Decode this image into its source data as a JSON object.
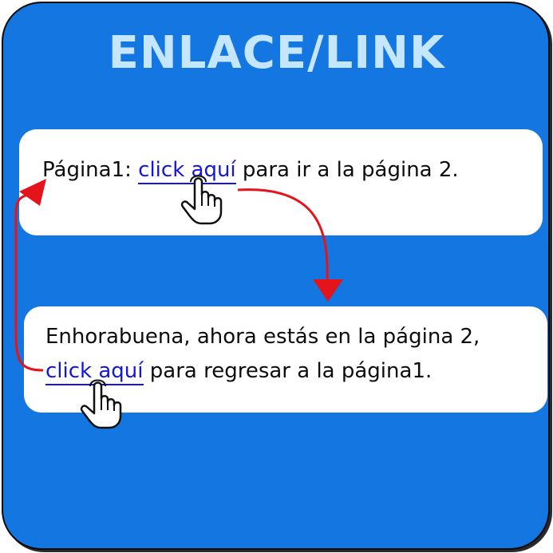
{
  "title": "ENLACE/LINK",
  "page1": {
    "prefix": "Página1: ",
    "link": "click aquí",
    "suffix": " para ir a la página 2."
  },
  "page2": {
    "line1": "Enhorabuena, ahora estás en la página 2,",
    "link": "click aquí",
    "suffix": " para regresar a la página1."
  },
  "colors": {
    "background": "#1476e0",
    "title": "#c4e6ff",
    "link": "#1515dd",
    "arrow": "#e3141b"
  },
  "icons": {
    "cursor": "hand-pointer-icon"
  }
}
